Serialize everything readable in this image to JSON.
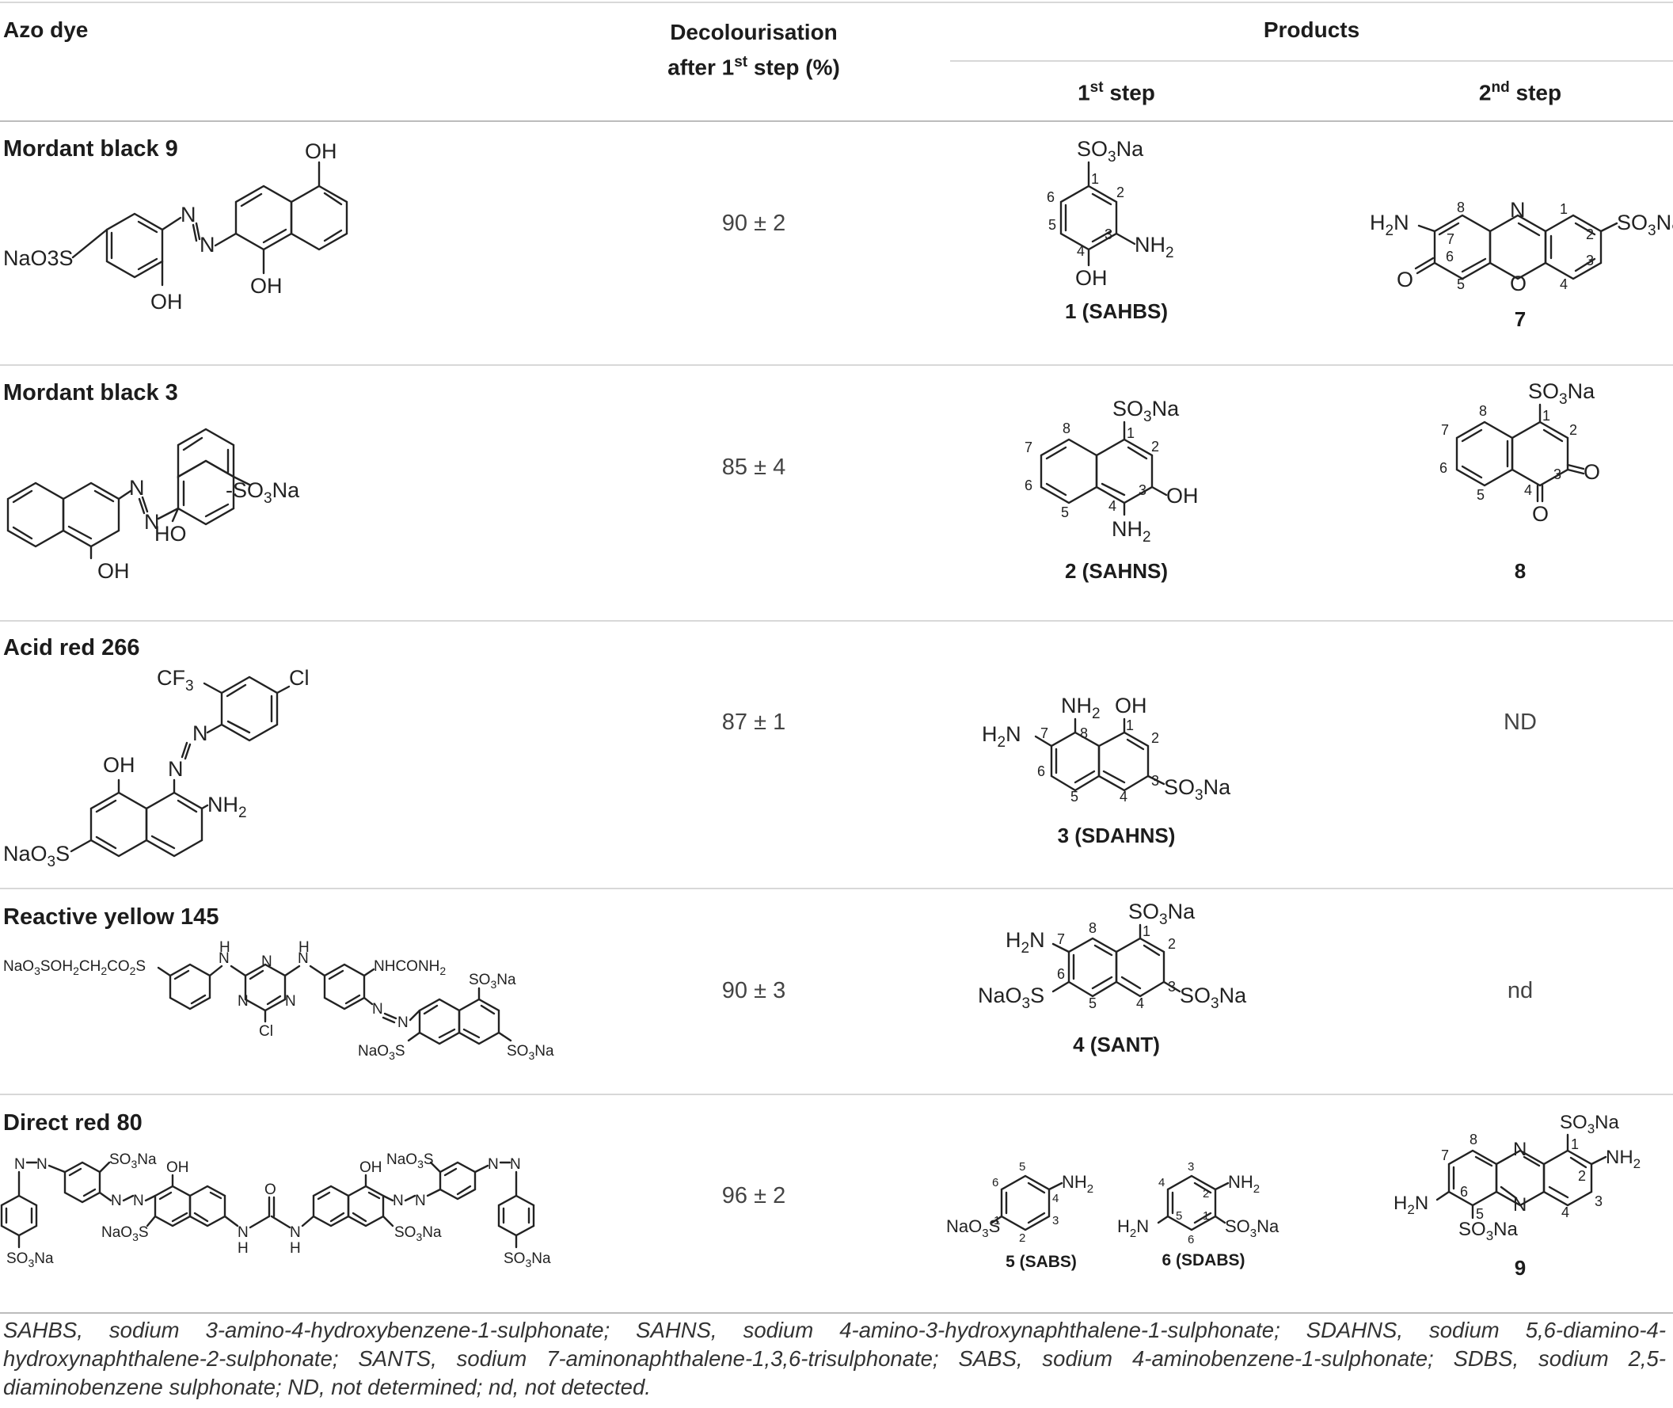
{
  "table": {
    "headers": {
      "azo_dye": "Azo dye",
      "decolourisation_line1": "Decolourisation",
      "decolourisation_line2_pre": "after 1",
      "decolourisation_line2_sup": "st",
      "decolourisation_line2_post": " step (%)",
      "products": "Products",
      "step1_num": "1",
      "step1_sup": "st",
      "step1_post": " step",
      "step2_num": "2",
      "step2_sup": "nd",
      "step2_post": " step"
    },
    "rows": [
      {
        "dye": "Mordant black 9",
        "decolourisation": "90 ± 2",
        "product1": "1 (SAHBS)",
        "product2": "7"
      },
      {
        "dye": "Mordant black 3",
        "decolourisation": "85 ± 4",
        "product1": "2 (SAHNS)",
        "product2": "8"
      },
      {
        "dye": "Acid red 266",
        "decolourisation": "87 ± 1",
        "product1": "3 (SDAHNS)",
        "product2": "ND"
      },
      {
        "dye": "Reactive yellow 145",
        "decolourisation": "90 ± 3",
        "product1": "4 (SANT)",
        "product2": "nd"
      },
      {
        "dye": "Direct red 80",
        "decolourisation": "96 ± 2",
        "product1a": "5 (SABS)",
        "product1b": "6 (SDABS)",
        "product2": "9"
      }
    ]
  },
  "structure_text": {
    "so3na": "SO3Na",
    "nao3s": "NaO3S",
    "nh2": "NH2",
    "h2n": "H2N",
    "oh": "OH",
    "ho": "HO",
    "n": "N",
    "o": "O",
    "cl": "Cl",
    "cf3": "CF3",
    "nhconh2": "NHCONH2",
    "ry145_chain": "NaO3SOH2CH2CO2S",
    "h": "H"
  },
  "footnote": "SAHBS, sodium 3-amino-4-hydroxybenzene-1-sulphonate; SAHNS, sodium 4-amino-3-hydroxynaphthalene-1-sulphonate; SDAHNS, sodium 5,6-diamino-4-hydroxynaphthalene-2-sulphonate; SANTS, sodium 7-aminonaphthalene-1,3,6-trisulphonate; SABS, sodium 4-aminobenzene-1-sulphonate; SDBS, sodium 2,5-diaminobenzene sulphonate; ND, not determined; nd, not detected."
}
